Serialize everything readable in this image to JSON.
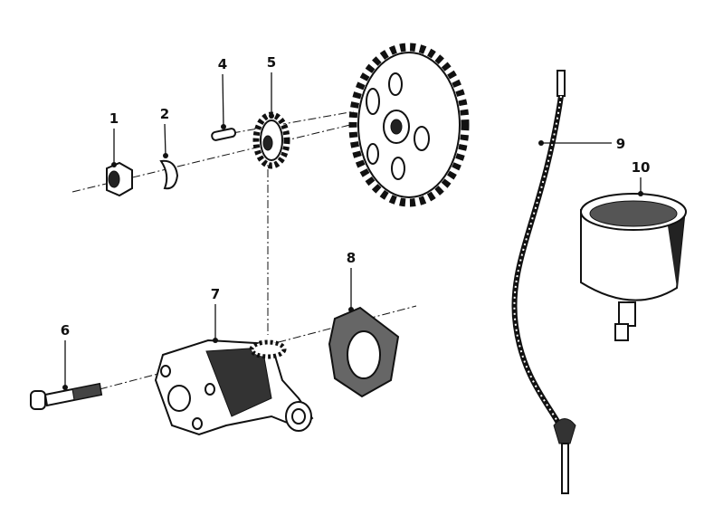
{
  "diagram": {
    "callouts": [
      {
        "id": "1",
        "part": "nut"
      },
      {
        "id": "2",
        "part": "washer"
      },
      {
        "id": "4",
        "part": "pin"
      },
      {
        "id": "5",
        "part": "small-gear"
      },
      {
        "id": "6",
        "part": "bolt"
      },
      {
        "id": "7",
        "part": "oil-pump-housing"
      },
      {
        "id": "8",
        "part": "gasket"
      },
      {
        "id": "9",
        "part": "drive-cable"
      },
      {
        "id": "10",
        "part": "gauge"
      }
    ],
    "colors": {
      "ink": "#111111",
      "background": "#ffffff"
    }
  }
}
